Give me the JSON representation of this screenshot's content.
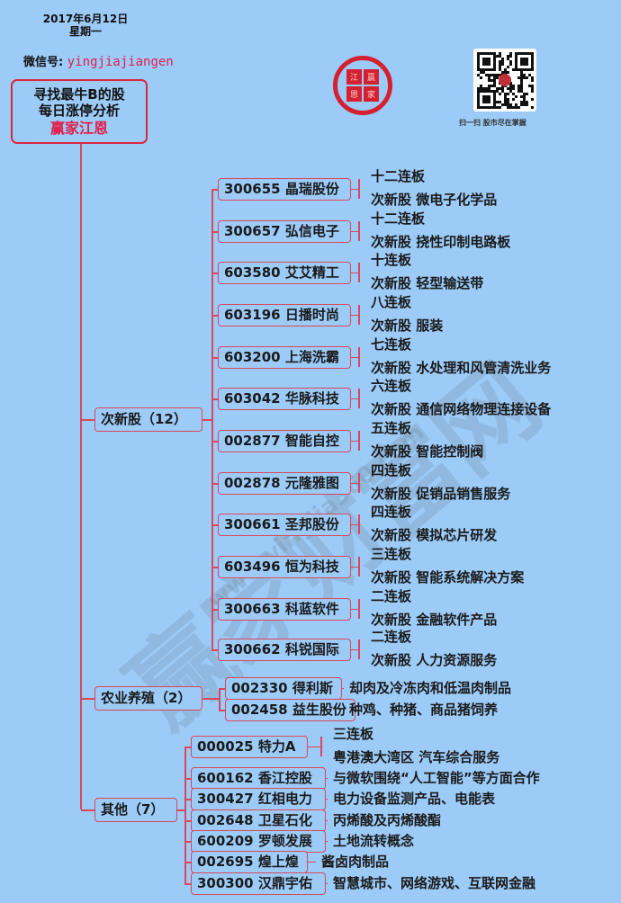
{
  "header": {
    "date": "2017年6月12日",
    "weekday": "星期一",
    "wechat_label": "微信号:",
    "wechat_id": "yingjiajiangen"
  },
  "root": {
    "line1": "寻找最牛B的股",
    "line2": "每日涨停分析",
    "brand": "赢家江恩"
  },
  "logo": {
    "chars": [
      "江",
      "赢",
      "恩",
      "家"
    ]
  },
  "qr": {
    "caption": "扫一扫 股市尽在掌握"
  },
  "watermark": {
    "main": "赢家财富网",
    "url": "www.yingjia360.com"
  },
  "colors": {
    "background": "#9ccbf7",
    "accent": "#d8485c",
    "brand": "#e0204a"
  },
  "branches": [
    {
      "label": "次新股（12）",
      "children": [
        {
          "node": "300655  晶瑞股份",
          "lines": [
            "十二连板",
            "次新股  微电子化学品"
          ]
        },
        {
          "node": "300657  弘信电子",
          "lines": [
            "十二连板",
            "次新股  挠性印制电路板"
          ]
        },
        {
          "node": "603580  艾艾精工",
          "lines": [
            "十连板",
            "次新股  轻型输送带"
          ]
        },
        {
          "node": "603196  日播时尚",
          "lines": [
            "八连板",
            "次新股  服装"
          ]
        },
        {
          "node": "603200  上海洗霸",
          "lines": [
            "七连板",
            "次新股  水处理和风管清洗业务"
          ]
        },
        {
          "node": "603042  华脉科技",
          "lines": [
            "六连板",
            "次新股  通信网络物理连接设备"
          ]
        },
        {
          "node": "002877  智能自控",
          "lines": [
            "五连板",
            "次新股  智能控制阀"
          ]
        },
        {
          "node": "002878  元隆雅图",
          "lines": [
            "四连板",
            "次新股  促销品销售服务"
          ]
        },
        {
          "node": "300661  圣邦股份",
          "lines": [
            "四连板",
            "次新股  模拟芯片研发"
          ]
        },
        {
          "node": "603496  恒为科技",
          "lines": [
            "三连板",
            "次新股  智能系统解决方案"
          ]
        },
        {
          "node": "300663  科蓝软件",
          "lines": [
            "二连板",
            "次新股  金融软件产品"
          ]
        },
        {
          "node": "300662  科锐国际",
          "lines": [
            "二连板",
            "次新股  人力资源服务"
          ]
        }
      ]
    },
    {
      "label": "农业养殖（2）",
      "children": [
        {
          "node": "002330  得利斯",
          "lines": [
            "却肉及冷冻肉和低温肉制品"
          ]
        },
        {
          "node": "002458  益生股份",
          "lines": [
            "种鸡、种猪、商品猪饲养"
          ]
        }
      ]
    },
    {
      "label": "其他（7）",
      "children": [
        {
          "node": "000025  特力A",
          "lines": [
            "三连板",
            "粤港澳大湾区  汽车综合服务"
          ]
        },
        {
          "node": "600162  香江控股",
          "lines": [
            "与微软围绕“人工智能”等方面合作"
          ]
        },
        {
          "node": "300427  红相电力",
          "lines": [
            "电力设备监测产品、电能表"
          ]
        },
        {
          "node": "002648  卫星石化",
          "lines": [
            "丙烯酸及丙烯酸酯"
          ]
        },
        {
          "node": "600209  罗顿发展",
          "lines": [
            "土地流转概念"
          ]
        },
        {
          "node": "002695  煌上煌",
          "lines": [
            "酱卤肉制品"
          ]
        },
        {
          "node": "300300  汉鼎宇佑",
          "lines": [
            "智慧城市、网络游戏、互联网金融"
          ]
        }
      ]
    }
  ]
}
